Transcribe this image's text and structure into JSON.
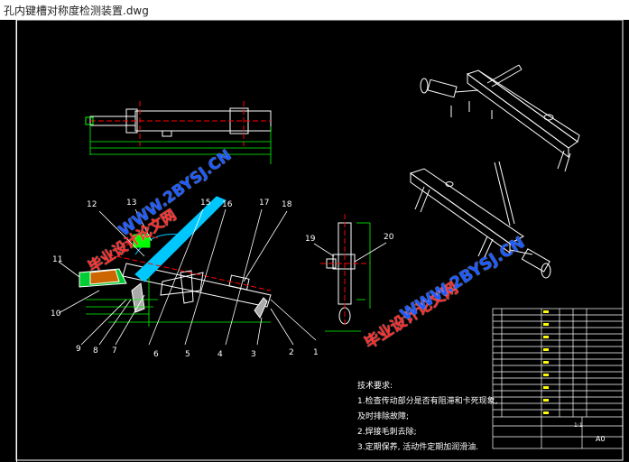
{
  "window": {
    "title": "孔内键槽对称度检测装置.dwg"
  },
  "part_numbers": [
    "1",
    "2",
    "3",
    "4",
    "5",
    "6",
    "7",
    "8",
    "9",
    "10",
    "11",
    "12",
    "13",
    "15",
    "16",
    "17",
    "18",
    "19",
    "20"
  ],
  "tech_notes": {
    "heading": "技术要求:",
    "items": [
      "1.检查传动部分是否有阻滞和卡死现象,",
      "及时排除故障;",
      "2.焊接毛刺去除;",
      "3.定期保养, 活动件定期加润滑油."
    ]
  },
  "watermark": {
    "cn": "毕业设计论文网",
    "url": "WWW.2BYSJ.CN"
  },
  "title_block": {
    "scale": "1:1",
    "sheet": "A0"
  },
  "colors": {
    "canvas": "#000000",
    "line": "#ffffff",
    "dim": "#00ff00",
    "center": "#ff0000",
    "cyan": "#00c8ff",
    "yellow": "#ffff00"
  }
}
